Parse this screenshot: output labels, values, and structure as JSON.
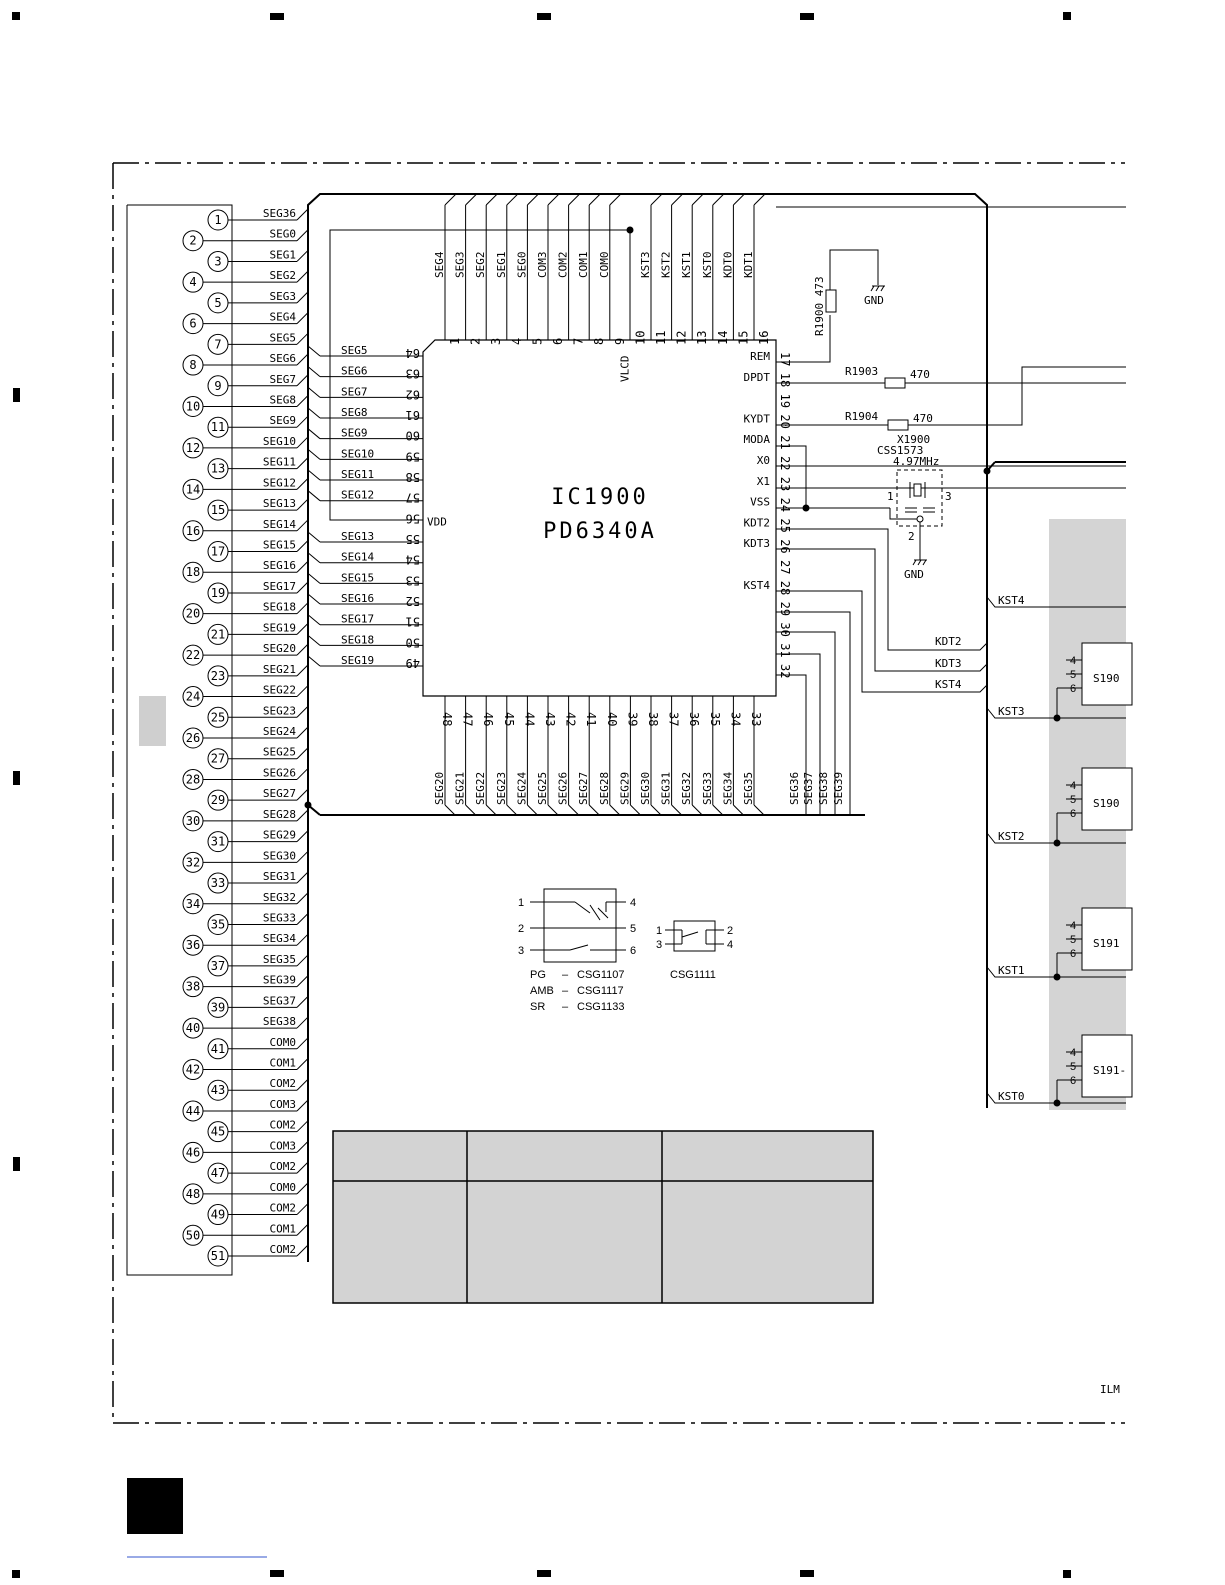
{
  "ic": {
    "ref": "IC1900",
    "part": "PD6340A",
    "top_pins": [
      {
        "num": "1",
        "label": "SEG4"
      },
      {
        "num": "2",
        "label": "SEG3"
      },
      {
        "num": "3",
        "label": "SEG2"
      },
      {
        "num": "4",
        "label": "SEG1"
      },
      {
        "num": "5",
        "label": "SEG0"
      },
      {
        "num": "6",
        "label": "COM3"
      },
      {
        "num": "7",
        "label": "COM2"
      },
      {
        "num": "8",
        "label": "COM1"
      },
      {
        "num": "9",
        "label": "COM0"
      },
      {
        "num": "10",
        "label": "VLCD"
      },
      {
        "num": "11",
        "label": "KST3"
      },
      {
        "num": "12",
        "label": "KST2"
      },
      {
        "num": "13",
        "label": "KST1"
      },
      {
        "num": "14",
        "label": "KST0"
      },
      {
        "num": "15",
        "label": "KDT0"
      },
      {
        "num": "16",
        "label": "KDT1"
      }
    ],
    "left_pins": [
      {
        "num": "64",
        "label": "SEG5"
      },
      {
        "num": "63",
        "label": "SEG6"
      },
      {
        "num": "62",
        "label": "SEG7"
      },
      {
        "num": "61",
        "label": "SEG8"
      },
      {
        "num": "60",
        "label": "SEG9"
      },
      {
        "num": "59",
        "label": "SEG10"
      },
      {
        "num": "58",
        "label": "SEG11"
      },
      {
        "num": "57",
        "label": "SEG12"
      },
      {
        "num": "56",
        "label": "VDD"
      },
      {
        "num": "55",
        "label": "SEG13"
      },
      {
        "num": "54",
        "label": "SEG14"
      },
      {
        "num": "53",
        "label": "SEG15"
      },
      {
        "num": "52",
        "label": "SEG16"
      },
      {
        "num": "51",
        "label": "SEG17"
      },
      {
        "num": "50",
        "label": "SEG18"
      },
      {
        "num": "49",
        "label": "SEG19"
      }
    ],
    "right_pins": [
      {
        "num": "17",
        "label": "REM"
      },
      {
        "num": "18",
        "label": "DPDT"
      },
      {
        "num": "19",
        "label": ""
      },
      {
        "num": "20",
        "label": "KYDT"
      },
      {
        "num": "21",
        "label": "MODA"
      },
      {
        "num": "22",
        "label": "X0"
      },
      {
        "num": "23",
        "label": "X1"
      },
      {
        "num": "24",
        "label": "VSS"
      },
      {
        "num": "25",
        "label": "KDT2"
      },
      {
        "num": "26",
        "label": "KDT3"
      },
      {
        "num": "27",
        "label": ""
      },
      {
        "num": "28",
        "label": "KST4"
      },
      {
        "num": "29",
        "label": ""
      },
      {
        "num": "30",
        "label": ""
      },
      {
        "num": "31",
        "label": ""
      },
      {
        "num": "32",
        "label": ""
      }
    ],
    "bottom_pins": [
      {
        "num": "48",
        "label": "SEG20"
      },
      {
        "num": "47",
        "label": "SEG21"
      },
      {
        "num": "46",
        "label": "SEG22"
      },
      {
        "num": "45",
        "label": "SEG23"
      },
      {
        "num": "44",
        "label": "SEG24"
      },
      {
        "num": "43",
        "label": "SEG25"
      },
      {
        "num": "42",
        "label": "SEG26"
      },
      {
        "num": "41",
        "label": "SEG27"
      },
      {
        "num": "40",
        "label": "SEG28"
      },
      {
        "num": "39",
        "label": "SEG29"
      },
      {
        "num": "38",
        "label": "SEG30"
      },
      {
        "num": "37",
        "label": "SEG31"
      },
      {
        "num": "36",
        "label": "SEG32"
      },
      {
        "num": "35",
        "label": "SEG33"
      },
      {
        "num": "34",
        "label": "SEG34"
      },
      {
        "num": "33",
        "label": "SEG35"
      }
    ],
    "extra_bottom_labels": [
      "SEG36",
      "SEG37",
      "SEG38",
      "SEG39"
    ]
  },
  "connector": {
    "pins": [
      {
        "num": "1",
        "label": "SEG36"
      },
      {
        "num": "2",
        "label": "SEG0"
      },
      {
        "num": "3",
        "label": "SEG1"
      },
      {
        "num": "4",
        "label": "SEG2"
      },
      {
        "num": "5",
        "label": "SEG3"
      },
      {
        "num": "6",
        "label": "SEG4"
      },
      {
        "num": "7",
        "label": "SEG5"
      },
      {
        "num": "8",
        "label": "SEG6"
      },
      {
        "num": "9",
        "label": "SEG7"
      },
      {
        "num": "10",
        "label": "SEG8"
      },
      {
        "num": "11",
        "label": "SEG9"
      },
      {
        "num": "12",
        "label": "SEG10"
      },
      {
        "num": "13",
        "label": "SEG11"
      },
      {
        "num": "14",
        "label": "SEG12"
      },
      {
        "num": "15",
        "label": "SEG13"
      },
      {
        "num": "16",
        "label": "SEG14"
      },
      {
        "num": "17",
        "label": "SEG15"
      },
      {
        "num": "18",
        "label": "SEG16"
      },
      {
        "num": "19",
        "label": "SEG17"
      },
      {
        "num": "20",
        "label": "SEG18"
      },
      {
        "num": "21",
        "label": "SEG19"
      },
      {
        "num": "22",
        "label": "SEG20"
      },
      {
        "num": "23",
        "label": "SEG21"
      },
      {
        "num": "24",
        "label": "SEG22"
      },
      {
        "num": "25",
        "label": "SEG23"
      },
      {
        "num": "26",
        "label": "SEG24"
      },
      {
        "num": "27",
        "label": "SEG25"
      },
      {
        "num": "28",
        "label": "SEG26"
      },
      {
        "num": "29",
        "label": "SEG27"
      },
      {
        "num": "30",
        "label": "SEG28"
      },
      {
        "num": "31",
        "label": "SEG29"
      },
      {
        "num": "32",
        "label": "SEG30"
      },
      {
        "num": "33",
        "label": "SEG31"
      },
      {
        "num": "34",
        "label": "SEG32"
      },
      {
        "num": "35",
        "label": "SEG33"
      },
      {
        "num": "36",
        "label": "SEG34"
      },
      {
        "num": "37",
        "label": "SEG35"
      },
      {
        "num": "38",
        "label": "SEG39"
      },
      {
        "num": "39",
        "label": "SEG37"
      },
      {
        "num": "40",
        "label": "SEG38"
      },
      {
        "num": "41",
        "label": "COM0"
      },
      {
        "num": "42",
        "label": "COM1"
      },
      {
        "num": "43",
        "label": "COM2"
      },
      {
        "num": "44",
        "label": "COM3"
      },
      {
        "num": "45",
        "label": "COM2"
      },
      {
        "num": "46",
        "label": "COM3"
      },
      {
        "num": "47",
        "label": "COM2"
      },
      {
        "num": "48",
        "label": "COM0"
      },
      {
        "num": "49",
        "label": "COM2"
      },
      {
        "num": "50",
        "label": "COM1"
      },
      {
        "num": "51",
        "label": "COM2"
      }
    ]
  },
  "components": {
    "r1900": "R1900 473",
    "r1903_ref": "R1903",
    "r1903_val": "470",
    "r1904_ref": "R1904",
    "r1904_val": "470",
    "x1900_ref": "X1900",
    "x1900_part": "CSS1573",
    "x1900_freq": "4.97MHz",
    "gnd": "GND",
    "crystal_pins": [
      "1",
      "2",
      "3"
    ]
  },
  "nets": {
    "kdt2": "KDT2",
    "kdt3": "KDT3",
    "kst4_mid": "KST4",
    "kst4": "KST4",
    "kst3": "KST3",
    "kst2": "KST2",
    "kst1": "KST1",
    "kst0": "KST0"
  },
  "switches": [
    {
      "ref": "S190",
      "pins": [
        "4",
        "5",
        "6"
      ]
    },
    {
      "ref": "S190",
      "pins": [
        "4",
        "5",
        "6"
      ]
    },
    {
      "ref": "S191",
      "pins": [
        "4",
        "5",
        "6"
      ]
    },
    {
      "ref": "S191-",
      "pins": [
        "4",
        "5",
        "6"
      ]
    }
  ],
  "legend": {
    "pins_left": [
      "1",
      "2",
      "3"
    ],
    "pins_right": [
      "4",
      "5",
      "6"
    ],
    "variants": [
      {
        "code": "PG",
        "part": "CSG1107"
      },
      {
        "code": "AMB",
        "part": "CSG1117"
      },
      {
        "code": "SR",
        "part": "CSG1133"
      }
    ],
    "small_part": "CSG1111",
    "small_pins": [
      "1",
      "2",
      "3",
      "4"
    ],
    "dash": "–"
  },
  "footer_code": "ILM"
}
